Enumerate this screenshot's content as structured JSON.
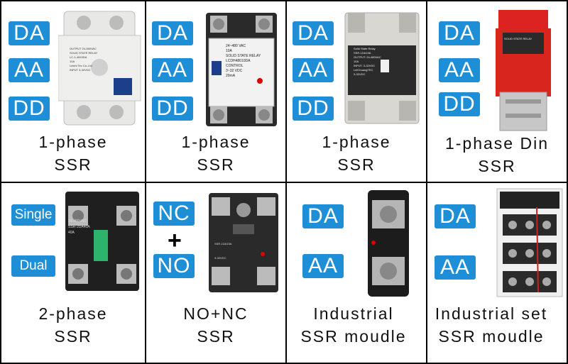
{
  "cells": [
    {
      "badges": [
        "DA",
        "AA",
        "DD"
      ],
      "caption": [
        "1-phase",
        "SSR"
      ]
    },
    {
      "badges": [
        "DA",
        "AA",
        "DD"
      ],
      "caption": [
        "1-phase",
        "SSR"
      ]
    },
    {
      "badges": [
        "DA",
        "AA",
        "DD"
      ],
      "caption": [
        "1-phase",
        "SSR"
      ]
    },
    {
      "badges": [
        "DA",
        "AA",
        "DD"
      ],
      "caption": [
        "1-phase Din",
        "SSR"
      ]
    },
    {
      "badges": [
        "Single",
        "Dual"
      ],
      "caption": [
        "2-phase",
        "SSR"
      ]
    },
    {
      "badges": [
        "NC",
        "NO"
      ],
      "plus": "+",
      "caption": [
        "NO+NC",
        "SSR"
      ]
    },
    {
      "badges": [
        "DA",
        "AA"
      ],
      "caption": [
        "Industrial",
        "SSR moudle"
      ]
    },
    {
      "badges": [
        "DA",
        "AA"
      ],
      "caption": [
        "Industrial set",
        "SSR moudle"
      ]
    }
  ],
  "product_labels": {
    "p1": [
      "OUTPUT 24-380VAC",
      "SOLID STATE RELAY",
      "LC-1-4810DA",
      "10A",
      "Leichi Tec Co.,Ltd",
      "INPUT 3-32VDC"
    ],
    "p2": [
      "24~480 VAC",
      "10A",
      "SOLID STATE RELAY",
      "LCDH48010DA",
      "CONTROL",
      "3~32 VDC",
      "20mA"
    ],
    "p3": [
      "Solid State Relay",
      "SSR-1DA10A",
      "OUTPUT: 24-480VAC",
      "10A",
      "INPUT: 3-32VDC",
      "LeiChuangTEC",
      "3-32VDC"
    ],
    "p4": [
      "SOLID STATE RELAY"
    ],
    "p5": [
      "24-480VAC",
      "SSR-2DA40A",
      "40A"
    ],
    "p6": [
      "SSR-1DA10A",
      "3-32VDC"
    ]
  },
  "colors": {
    "badge": "#1e8fd6",
    "border": "#000000"
  }
}
